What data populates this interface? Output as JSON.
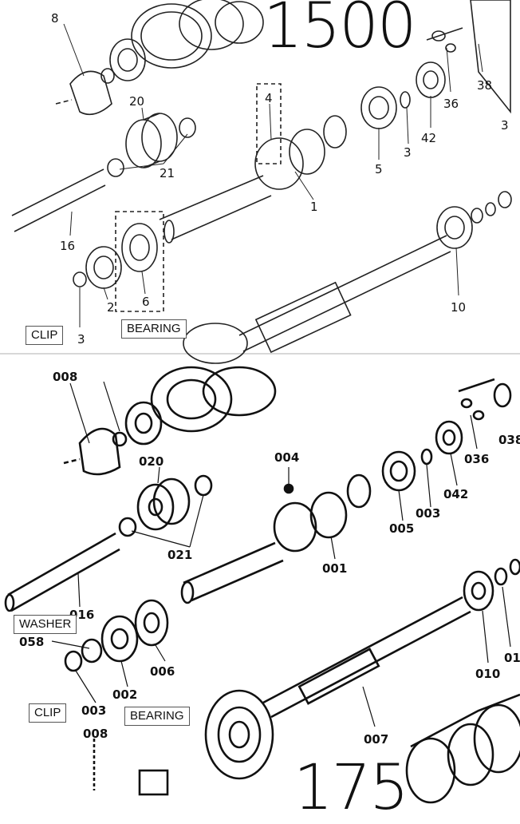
{
  "top_panel": {
    "model_label": "1500",
    "parts": [
      "8",
      "20",
      "21",
      "16",
      "2",
      "3",
      "6",
      "4",
      "1",
      "5",
      "3",
      "42",
      "36",
      "38",
      "3",
      "10"
    ],
    "callouts": {
      "clip": "CLIP",
      "bearing": "BEARING"
    }
  },
  "bottom_panel": {
    "model_label": "175",
    "parts": [
      "008",
      "020",
      "021",
      "016",
      "058",
      "003",
      "002",
      "006",
      "004",
      "001",
      "005",
      "003",
      "042",
      "036",
      "038",
      "010",
      "01",
      "007",
      "008"
    ],
    "callouts": {
      "washer": "WASHER",
      "clip": "CLIP",
      "bearing": "BEARING"
    }
  }
}
